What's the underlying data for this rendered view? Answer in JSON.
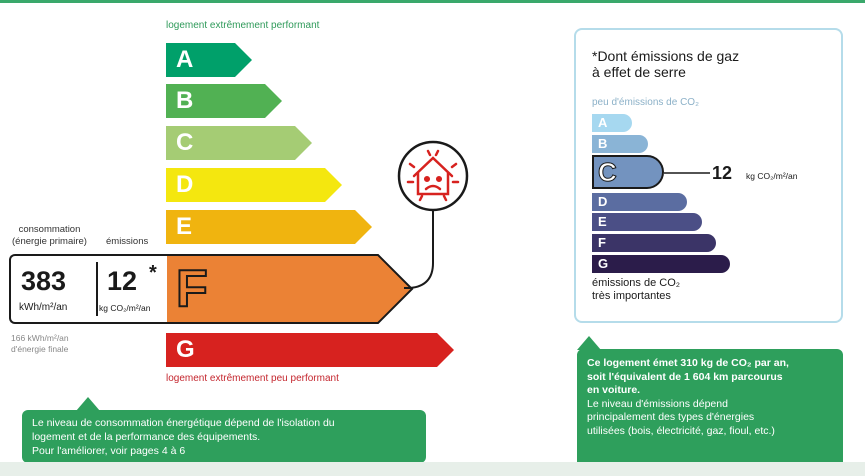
{
  "energy": {
    "top_label": "logement extrêmement performant",
    "bottom_label": "logement extrêmement peu performant",
    "classes": [
      {
        "letter": "A",
        "color": "#00a06a"
      },
      {
        "letter": "B",
        "color": "#51b153"
      },
      {
        "letter": "C",
        "color": "#a5cc74"
      },
      {
        "letter": "D",
        "color": "#f4e70f"
      },
      {
        "letter": "E",
        "color": "#f0b40f"
      },
      {
        "letter": "F",
        "color": "#eb8235"
      },
      {
        "letter": "G",
        "color": "#d7221f"
      }
    ],
    "current_class": "F"
  },
  "consumption": {
    "header_left": "consommation\n(énergie primaire)",
    "header_right": "émissions",
    "value": "383",
    "value_unit": "kWh/m²/an",
    "emissions": "12",
    "emissions_star": "*",
    "emissions_unit": "kg CO₂/m²/an",
    "final_energy": "166 kWh/m²/an\nd'énergie finale"
  },
  "co2": {
    "title": "*Dont émissions de gaz\nà effet de serre",
    "low_label": "peu d'émissions de CO₂",
    "high_label": "émissions de CO₂\ntrès importantes",
    "classes": [
      {
        "letter": "A",
        "color": "#a6d8f0"
      },
      {
        "letter": "B",
        "color": "#8ab4d6"
      },
      {
        "letter": "C",
        "color": "#7393bf"
      },
      {
        "letter": "D",
        "color": "#5b6da1"
      },
      {
        "letter": "E",
        "color": "#4b4f86"
      },
      {
        "letter": "F",
        "color": "#3b3467"
      },
      {
        "letter": "G",
        "color": "#2b1c4a"
      }
    ],
    "current_class": "C",
    "value": "12",
    "unit": "kg CO₂/m²/an"
  },
  "notes": {
    "left": "Le niveau de consommation énergétique dépend de l'isolation du\nlogement et de la performance des équipements.\nPour l'améliorer, voir pages 4 à 6",
    "right_bold": "Ce logement émet 310 kg de CO₂ par an,\nsoit l'équivalent de 1 604 km parcourus\nen voiture.",
    "right_text": "Le niveau d'émissions dépend\nprincipalement des types d'énergies\nutilisées (bois, électricité, gaz, fioul, etc.)"
  }
}
